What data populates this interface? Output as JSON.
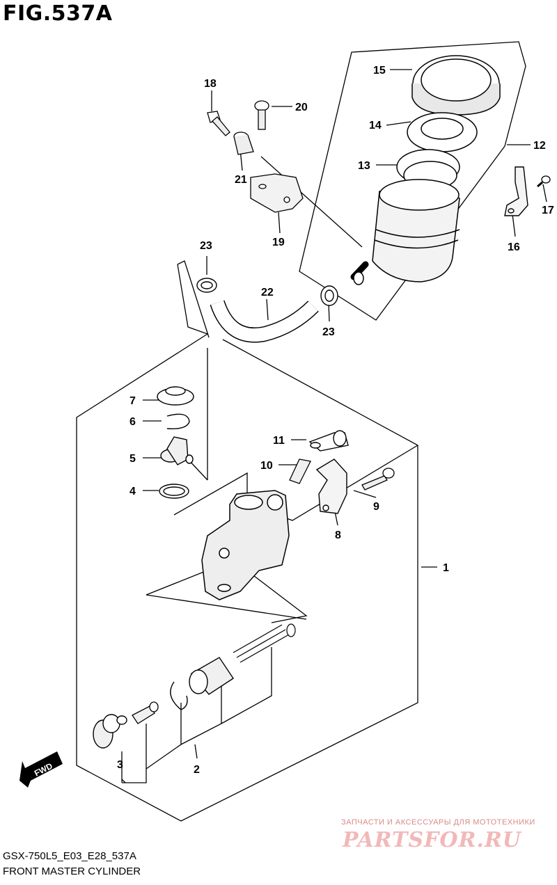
{
  "figure_title": "FIG.537A",
  "footer": {
    "model_code": "GSX-750L5_E03_E28_537A",
    "name": "FRONT MASTER CYLINDER"
  },
  "watermark": {
    "tagline": "ЗАПЧАСТИ И АКСЕССУАРЫ ДЛЯ МОТОТЕХНИКИ",
    "brand": "PARTSFOR.RU"
  },
  "fwd_label": "FWD",
  "callouts": [
    "1",
    "2",
    "3",
    "4",
    "5",
    "6",
    "7",
    "8",
    "9",
    "10",
    "11",
    "12",
    "13",
    "14",
    "15",
    "16",
    "17",
    "18",
    "19",
    "20",
    "21",
    "22",
    "23",
    "23"
  ]
}
